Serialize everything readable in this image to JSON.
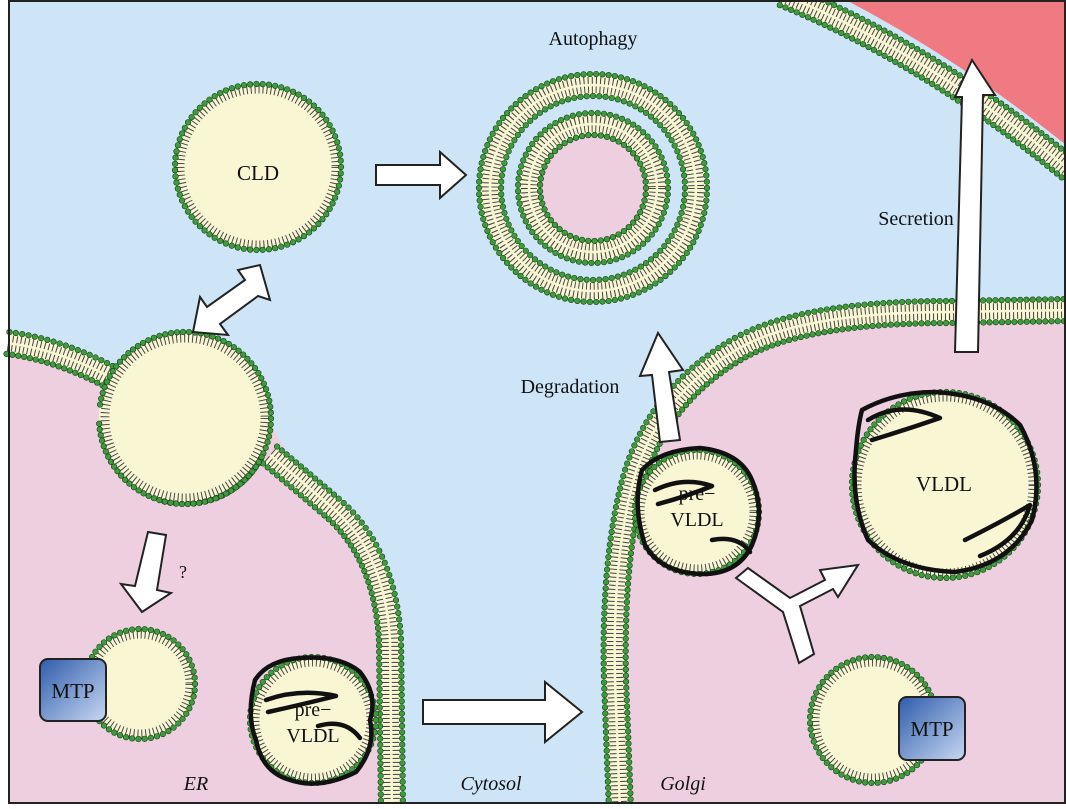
{
  "colors": {
    "cytosol": "#cde5f6",
    "lumen": "#edcfe0",
    "lipid_core": "#f8f6d3",
    "head_group": "#3e9b3e",
    "membrane_edge": "#2f2f2f",
    "mtp_blue": "#3f6fc0",
    "blood": "#f07a82"
  },
  "labels": {
    "cld": "CLD",
    "autophagy": "Autophagy",
    "secretion": "Secretion",
    "degradation": "Degradation",
    "question": "?",
    "mtp": "MTP",
    "pre_vldl_line1": "pre−",
    "pre_vldl_line2": "VLDL",
    "vldl": "VLDL",
    "er": "ER",
    "cytosol": "Cytosol",
    "golgi": "Golgi"
  }
}
